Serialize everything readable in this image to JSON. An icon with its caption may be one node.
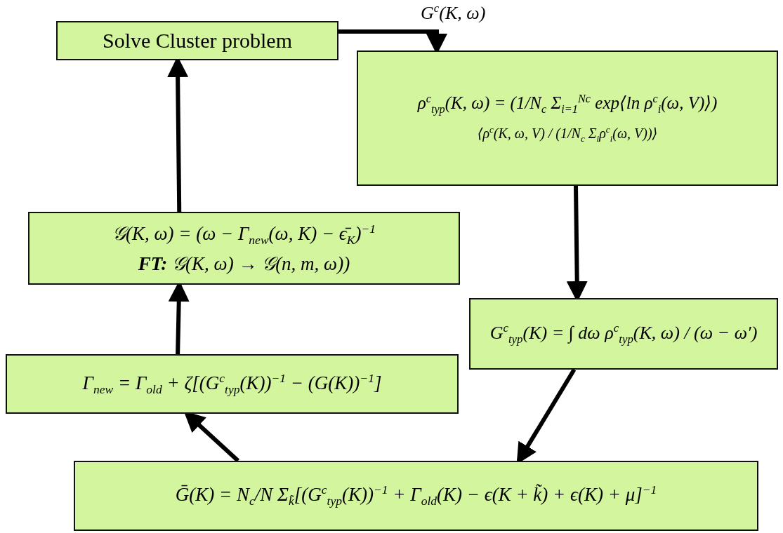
{
  "diagram": {
    "nodes": [
      {
        "text": [
          "Solve Cluster problem"
        ]
      },
      {
        "text": [
          "ρ$^{c}$$_{typ}$(K, ω) = (1/N$_{c}$ Σ$_{i=1}$$^{Nc}$ exp⟨ln  ρ$^{c}$$_{i}$(ω, V)⟩)",
          "⟨ρ$^{c}$(K, ω, V) / (1/N$_{c}$ Σ$_{i}$ρ$^{c}$$_{i}$(ω, V))⟩"
        ]
      },
      {
        "text": [
          "G$^{c}$$_{typ}$(K) = ∫ dω ρ$^{c}$$_{typ}$(K, ω) / (ω − ω′)"
        ]
      },
      {
        "text": [
          "Ḡ(K) = N$_{c}$/N Σ$_{k̃}$[(G$^{c}$$_{typ}$(K))$^{−1}$ + Γ$_{old}$(K) − ϵ(K + k̃) + ϵ(K) + μ]$^{−1}$"
        ]
      },
      {
        "text": [
          "Γ$_{new}$ = Γ$_{old}$ + ζ[(G$^{c}$$_{typ}$(K))$^{−1}$ − (G(K))$^{−1}$]"
        ]
      },
      {
        "text": [
          "𝒢(K, ω) = (ω − Γ$_{new}$(ω, K) − ϵ̄$_{K}$)$^{−1}$",
          "**FT:** 𝒢(K, ω) → 𝒢(n, m, ω))"
        ]
      }
    ],
    "edges": [
      {
        "from": 0,
        "to": 1,
        "arrow": "to",
        "label": "G$^{c}$(K, ω)"
      },
      {
        "from": 1,
        "to": 2,
        "arrow": "to"
      },
      {
        "from": 2,
        "to": 3,
        "arrow": "to"
      },
      {
        "from": 3,
        "to": 4,
        "arrow": "to"
      },
      {
        "from": 4,
        "to": 5,
        "arrow": "to"
      },
      {
        "from": 5,
        "to": 0,
        "arrow": "to"
      }
    ]
  }
}
